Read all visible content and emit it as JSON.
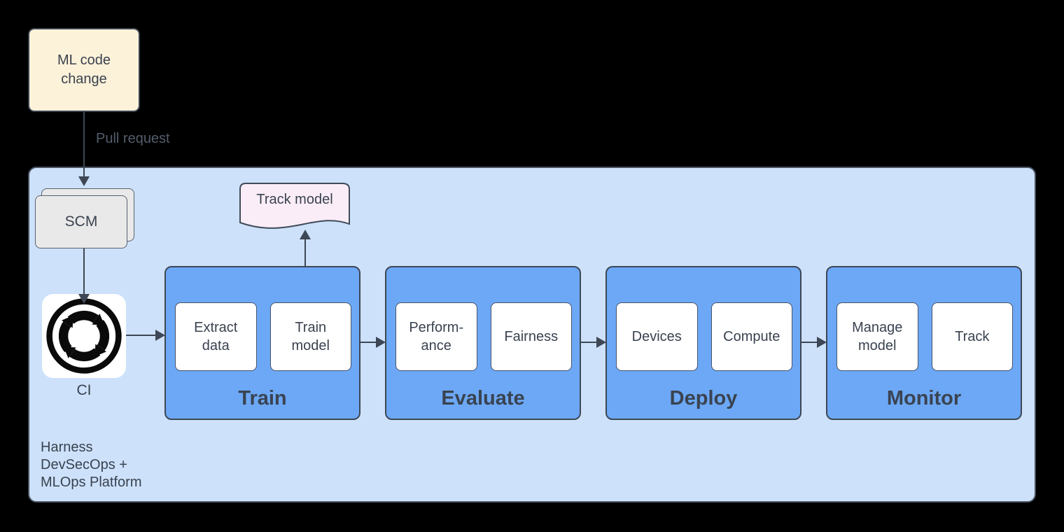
{
  "colors": {
    "page_background": "#000000",
    "platform_fill": "#CDE1FA",
    "platform_border": "#49525F",
    "stage_fill": "#6CA8F5",
    "note_fill": "#FCF2D9",
    "scm_fill": "#E9E9E9",
    "document_fill": "#FAEDF8",
    "ink": "#3A424F",
    "arrow": "#3E4755"
  },
  "nodes": {
    "ml_code_change": {
      "label": "ML code\nchange"
    },
    "scm": {
      "label": "SCM"
    },
    "ci": {
      "label": "CI",
      "icon": "cycle-arrows-icon"
    },
    "track_model": {
      "label": "Track model",
      "shape": "document"
    }
  },
  "edges": {
    "pull_request_label": "Pull request"
  },
  "platform": {
    "caption": "Harness\nDevSecOps +\nMLOps Platform",
    "stages": [
      {
        "name": "Train",
        "steps": [
          "Extract\ndata",
          "Train\nmodel"
        ]
      },
      {
        "name": "Evaluate",
        "steps": [
          "Perform-\nance",
          "Fairness"
        ]
      },
      {
        "name": "Deploy",
        "steps": [
          "Devices",
          "Compute"
        ]
      },
      {
        "name": "Monitor",
        "steps": [
          "Manage\nmodel",
          "Track"
        ]
      }
    ]
  }
}
